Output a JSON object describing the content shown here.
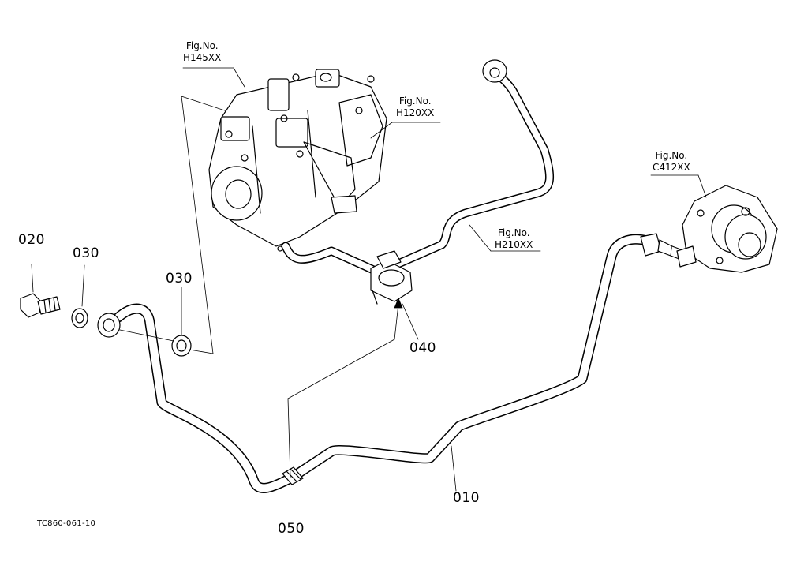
{
  "diagram": {
    "drawing_code": "TC860-061-10",
    "part_labels": {
      "p020": "020",
      "p030a": "030",
      "p030b": "030",
      "p040": "040",
      "p050": "050",
      "p010": "010"
    },
    "figure_refs": {
      "fig_h145": {
        "title": "Fig.No.",
        "code": "H145XX"
      },
      "fig_h120": {
        "title": "Fig.No.",
        "code": "H120XX"
      },
      "fig_h210": {
        "title": "Fig.No.",
        "code": "H210XX"
      },
      "fig_c412": {
        "title": "Fig.No.",
        "code": "C412XX"
      }
    },
    "line_color": "#000000",
    "background": "#ffffff"
  }
}
